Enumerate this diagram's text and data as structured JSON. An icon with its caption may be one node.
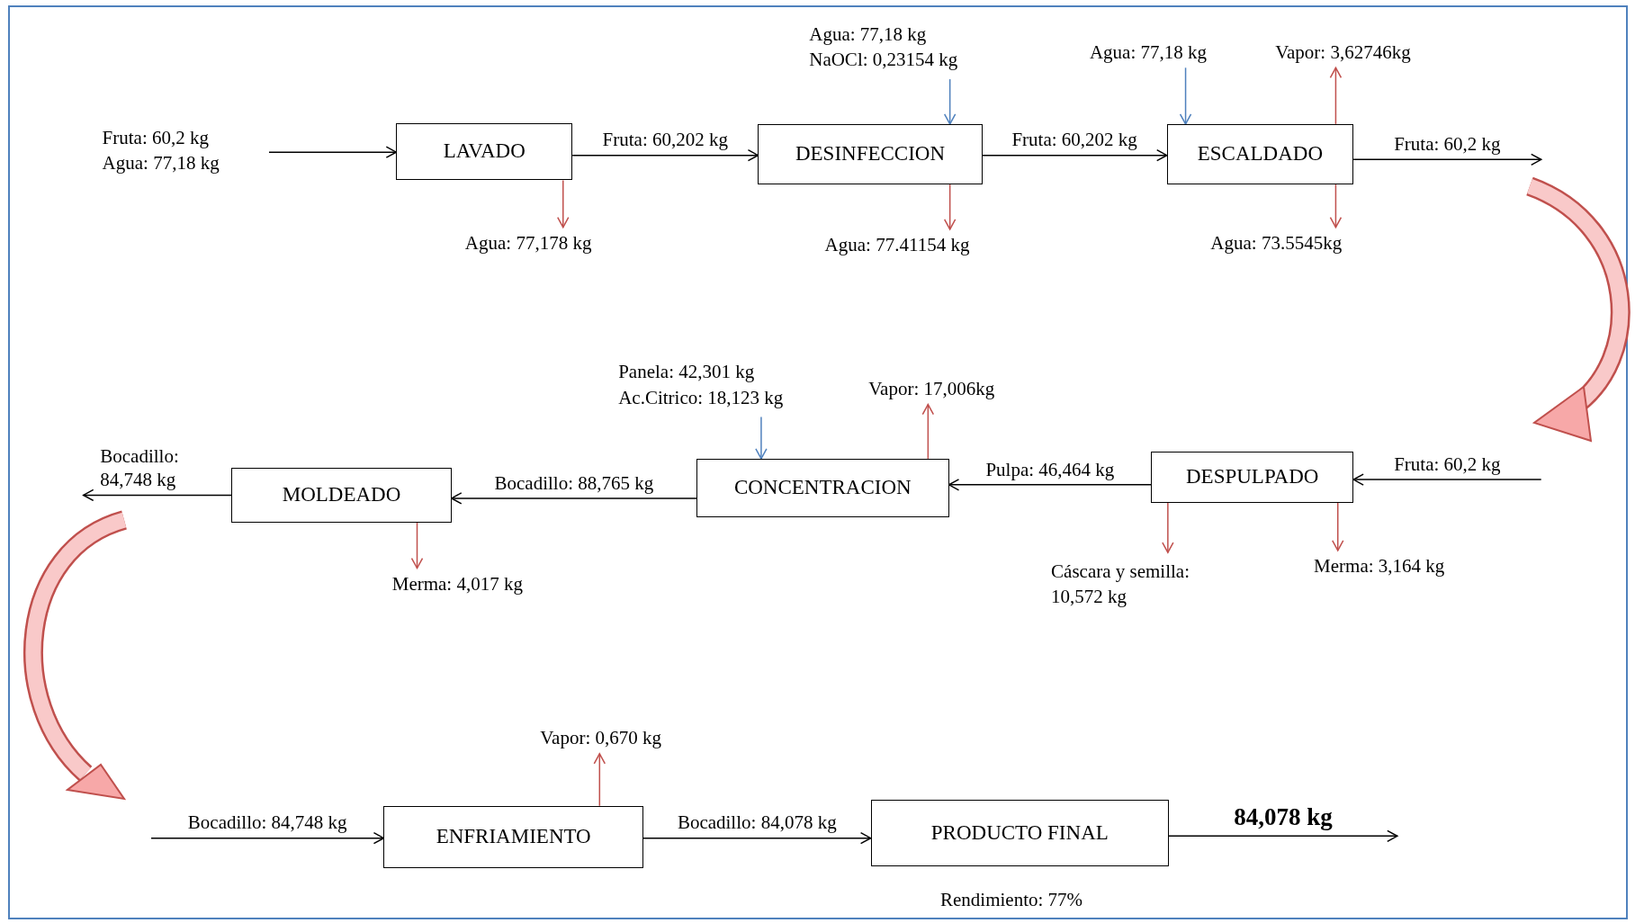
{
  "diagram": {
    "nodes": [
      {
        "text": [
          "Fruta: 60,2 kg",
          "Agua: 77,18 kg"
        ]
      },
      {
        "text": [
          "LAVADO"
        ]
      },
      {
        "text": [
          "Agua: 77,178 kg"
        ]
      },
      {
        "text": [
          "Agua: 77,18 kg",
          "NaOCl: 0,23154 kg"
        ]
      },
      {
        "text": [
          "DESINFECCION"
        ]
      },
      {
        "text": [
          "Agua: 77.41154 kg"
        ]
      },
      {
        "text": [
          "Agua: 77,18 kg"
        ]
      },
      {
        "text": [
          "Vapor: 3,62746kg"
        ]
      },
      {
        "text": [
          "ESCALDADO"
        ]
      },
      {
        "text": [
          "Agua: 73.5545kg"
        ]
      },
      {
        "text": [
          "Panela: 42,301 kg",
          "Ac.Citrico: 18,123 kg"
        ]
      },
      {
        "text": [
          "Vapor: 17,006kg"
        ]
      },
      {
        "text": [
          "MOLDEADO"
        ]
      },
      {
        "text": [
          "CONCENTRACION"
        ]
      },
      {
        "text": [
          "DESPULPADO"
        ]
      },
      {
        "text": [
          "Merma: 4,017 kg"
        ]
      },
      {
        "text": [
          "Cáscara y semilla: 10,572 kg"
        ]
      },
      {
        "text": [
          "Merma: 3,164 kg"
        ]
      },
      {
        "text": [
          "Vapor: 0,670 kg"
        ]
      },
      {
        "text": [
          "ENFRIAMIENTO"
        ]
      },
      {
        "text": [
          "PRODUCTO FINAL"
        ],
        "beside": [
          "Rendimiento: 77%"
        ]
      }
    ],
    "edges": [
      {
        "from": 0,
        "to": 1,
        "arrow": "to"
      },
      {
        "from": 1,
        "to": 4,
        "arrow": "to",
        "label": "Fruta: 60,202 kg"
      },
      {
        "from": 1,
        "to": 2,
        "arrow": "to",
        "color": "#c0504d"
      },
      {
        "from": 3,
        "to": 4,
        "arrow": "to",
        "color": "#4f81bd"
      },
      {
        "from": 4,
        "to": 5,
        "arrow": "to",
        "color": "#c0504d"
      },
      {
        "from": 4,
        "to": 8,
        "arrow": "to",
        "label": "Fruta: 60,202 kg"
      },
      {
        "from": 6,
        "to": 8,
        "arrow": "to",
        "color": "#4f81bd"
      },
      {
        "from": 8,
        "to": 7,
        "arrow": "to",
        "color": "#c0504d"
      },
      {
        "from": 8,
        "to": 9,
        "arrow": "to",
        "color": "#c0504d"
      },
      {
        "from": 8,
        "to": null,
        "arrow": "to",
        "label": "Fruta: 60,2 kg"
      },
      {
        "from": null,
        "to": 14,
        "arrow": "to",
        "label": "Fruta: 60,2 kg"
      },
      {
        "from": 14,
        "to": 16,
        "arrow": "to",
        "color": "#c0504d"
      },
      {
        "from": 14,
        "to": 17,
        "arrow": "to",
        "color": "#c0504d"
      },
      {
        "from": 14,
        "to": 13,
        "arrow": "to",
        "label": "Pulpa: 46,464 kg"
      },
      {
        "from": 10,
        "to": 13,
        "arrow": "to",
        "color": "#4f81bd"
      },
      {
        "from": 13,
        "to": 11,
        "arrow": "to",
        "color": "#c0504d"
      },
      {
        "from": 13,
        "to": 12,
        "arrow": "to",
        "label": "Bocadillo: 88,765 kg"
      },
      {
        "from": 12,
        "to": 15,
        "arrow": "to",
        "color": "#c0504d"
      },
      {
        "from": 12,
        "to": null,
        "arrow": "to",
        "label": "Bocadillo: 84,748 kg"
      },
      {
        "from": null,
        "to": 19,
        "arrow": "to",
        "label": "Bocadillo: 84,748 kg"
      },
      {
        "from": 19,
        "to": 18,
        "arrow": "to",
        "color": "#c0504d"
      },
      {
        "from": 19,
        "to": 20,
        "arrow": "to",
        "label": "Bocadillo: 84,078 kg"
      },
      {
        "from": 20,
        "to": null,
        "arrow": "to",
        "label": "84,078 kg"
      }
    ]
  }
}
